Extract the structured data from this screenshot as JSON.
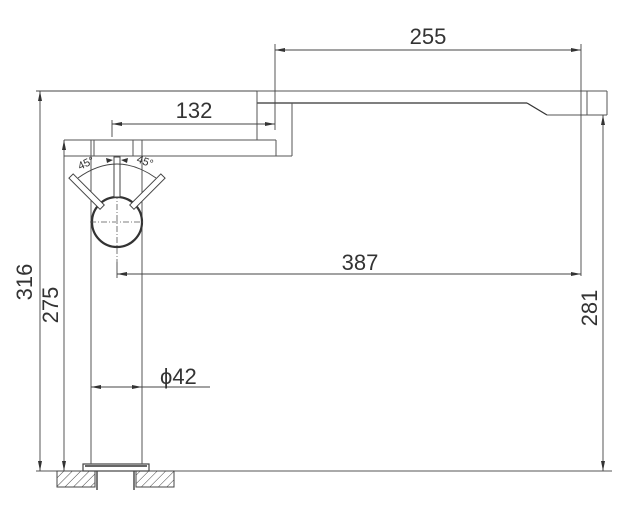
{
  "drawing": {
    "subject": "kitchen faucet technical drawing (side elevation)",
    "colors": {
      "line": "#555555",
      "text": "#333333",
      "background": "#ffffff"
    },
    "dimensions": {
      "spout_length": "255",
      "lever_offset": "132",
      "reach": "387",
      "total_height": "316",
      "body_height": "275",
      "spout_outlet_height": "281",
      "body_diameter": "ϕ42",
      "lever_angle_left": "45°",
      "lever_angle_right": "45°"
    }
  }
}
